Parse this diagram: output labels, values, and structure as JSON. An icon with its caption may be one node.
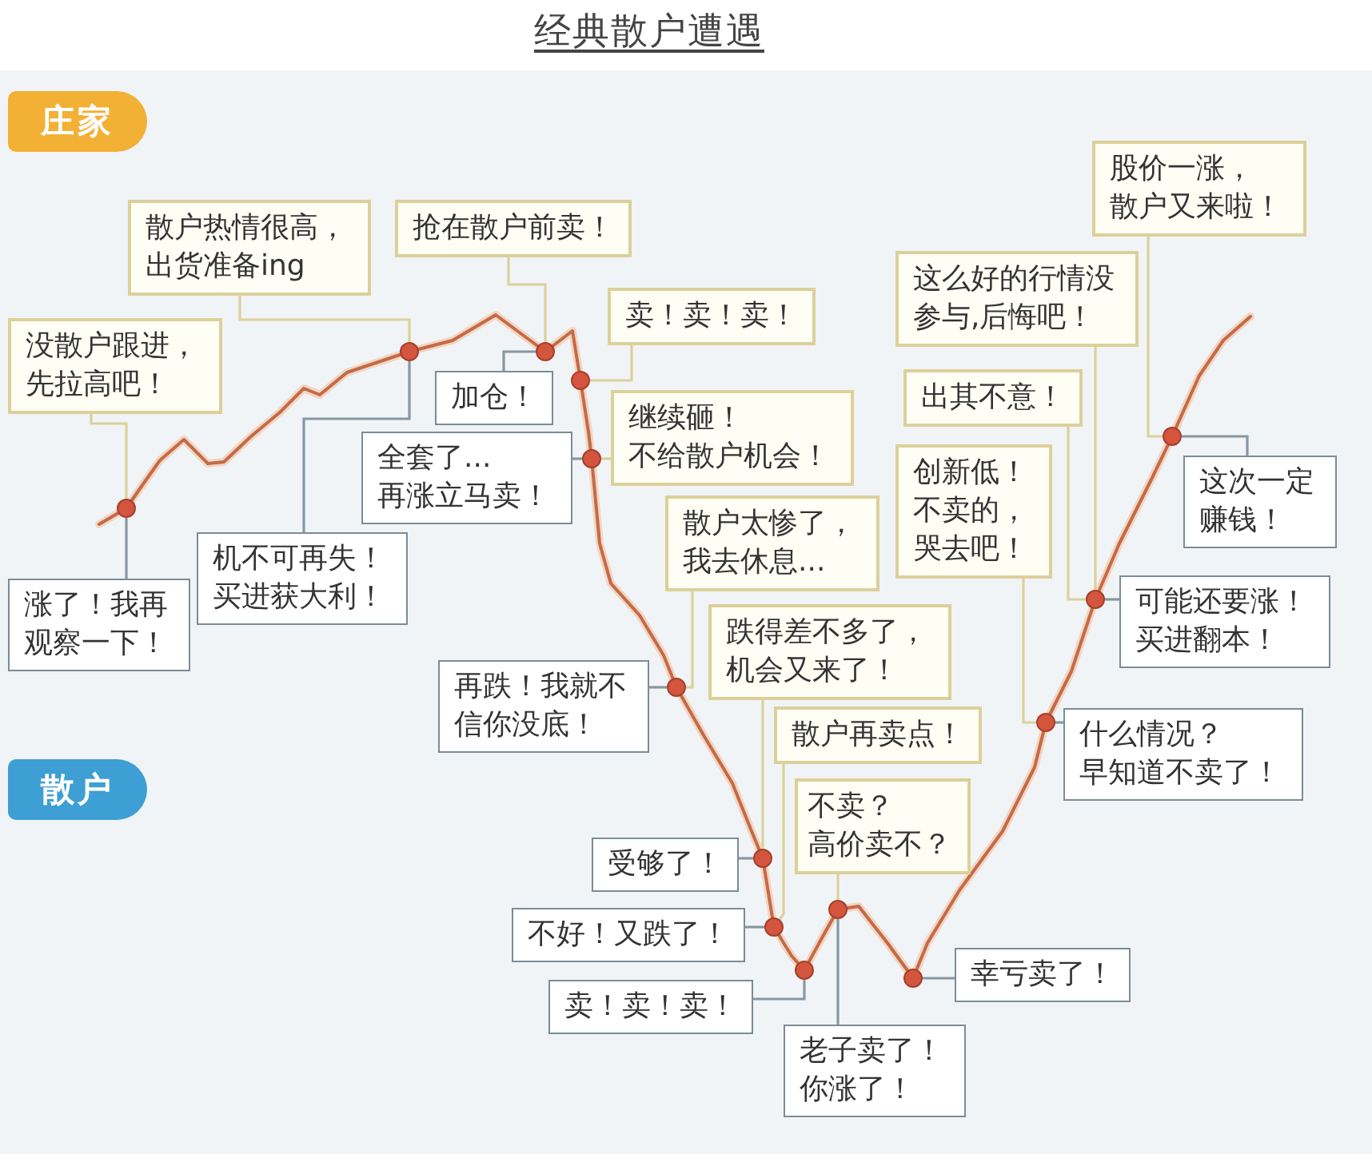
{
  "diagram": {
    "title": "经典散户遭遇",
    "nodes": [
      {
        "text": [
          "股价一涨，散户又来啦！"
        ]
      },
      {
        "text": [
          "散户热情很高，出货准备ing"
        ]
      },
      {
        "text": [
          "抢在散户前卖！"
        ]
      },
      {
        "text": [
          "这么好的行情没参与,后悔吧！"
        ]
      },
      {
        "text": [
          "没散户跟进，先拉高吧！"
        ]
      },
      {
        "text": [
          "卖！卖！卖！"
        ]
      },
      {
        "text": [
          "加仓！"
        ]
      },
      {
        "text": [
          "继续砸！不给散户机会！"
        ]
      },
      {
        "text": [
          "出其不意！"
        ]
      },
      {
        "text": [
          "全套了...再涨立马卖！"
        ]
      },
      {
        "text": [
          "创新低！不卖的，哭去吧！"
        ]
      },
      {
        "text": [
          "这次一定赚钱！"
        ]
      },
      {
        "text": [
          "散户太惨了，我去休息..."
        ]
      },
      {
        "text": [
          "机不可再失！买进获大利！"
        ]
      },
      {
        "text": [
          "涨了！我再观察一下！"
        ]
      },
      {
        "text": [
          "可能还要涨！买进翻本！"
        ]
      },
      {
        "text": [
          "跌得差不多了，机会又来了！"
        ]
      },
      {
        "text": [
          "再跌！我就不信你没底！"
        ]
      },
      {
        "text": [
          "散户再卖点！"
        ]
      },
      {
        "text": [
          "什么情况？早知道不卖了！"
        ]
      },
      {
        "text": [
          "不卖？高价卖不？"
        ]
      },
      {
        "text": [
          "受够了！"
        ]
      },
      {
        "text": [
          "不好！又跌了！"
        ]
      },
      {
        "text": [
          "幸亏卖了！"
        ]
      },
      {
        "text": [
          "卖！卖！卖！"
        ]
      },
      {
        "text": [
          "老子卖了！你涨了！"
        ]
      },
      {
        "text": [],
        "shape": "circle"
      },
      {
        "text": [],
        "shape": "circle"
      },
      {
        "text": [],
        "shape": "circle"
      },
      {
        "text": [],
        "shape": "circle"
      },
      {
        "text": [],
        "shape": "circle"
      },
      {
        "text": [],
        "shape": "circle"
      },
      {
        "text": [],
        "shape": "circle"
      },
      {
        "text": [],
        "shape": "circle"
      },
      {
        "text": [],
        "shape": "circle"
      },
      {
        "text": [],
        "shape": "circle"
      },
      {
        "text": [],
        "shape": "circle"
      },
      {
        "text": [],
        "shape": "circle"
      },
      {
        "text": [],
        "shape": "circle"
      },
      {
        "text": [],
        "shape": "circle"
      }
    ],
    "edges": [
      {
        "from": 4,
        "to": 26,
        "arrow": "none",
        "color": "#dcd09a"
      },
      {
        "from": 14,
        "to": 26,
        "arrow": "none"
      },
      {
        "from": 1,
        "to": 27,
        "arrow": "none",
        "color": "#dcd09a"
      },
      {
        "from": 13,
        "to": 27,
        "arrow": "none"
      },
      {
        "from": 2,
        "to": 28,
        "arrow": "none",
        "color": "#dcd09a"
      },
      {
        "from": 6,
        "to": 28,
        "arrow": "none"
      },
      {
        "from": 5,
        "to": 29,
        "arrow": "none",
        "color": "#dcd09a"
      },
      {
        "from": 7,
        "to": 30,
        "arrow": "none",
        "color": "#dcd09a"
      },
      {
        "from": 9,
        "to": 30,
        "arrow": "none"
      },
      {
        "from": 12,
        "to": 31,
        "arrow": "none",
        "color": "#dcd09a"
      },
      {
        "from": 17,
        "to": 31,
        "arrow": "none"
      },
      {
        "from": 16,
        "to": 32,
        "arrow": "none",
        "color": "#dcd09a"
      },
      {
        "from": 21,
        "to": 32,
        "arrow": "none"
      },
      {
        "from": 18,
        "to": 33,
        "arrow": "none",
        "color": "#dcd09a"
      },
      {
        "from": 22,
        "to": 33,
        "arrow": "none"
      },
      {
        "from": 24,
        "to": 34,
        "arrow": "none"
      },
      {
        "from": 20,
        "to": 35,
        "arrow": "none",
        "color": "#dcd09a"
      },
      {
        "from": 25,
        "to": 35,
        "arrow": "none"
      },
      {
        "from": 23,
        "to": 36,
        "arrow": "none"
      },
      {
        "from": 10,
        "to": 37,
        "arrow": "none",
        "color": "#dcd09a"
      },
      {
        "from": 19,
        "to": 37,
        "arrow": "none"
      },
      {
        "from": 3,
        "to": 38,
        "arrow": "none",
        "color": "#dcd09a"
      },
      {
        "from": 8,
        "to": 38,
        "arrow": "none",
        "color": "#dcd09a"
      },
      {
        "from": 15,
        "to": 38,
        "arrow": "none"
      },
      {
        "from": 0,
        "to": 39,
        "arrow": "none",
        "color": "#dcd09a"
      },
      {
        "from": 11,
        "to": 39,
        "arrow": "none"
      }
    ],
    "legend": [
      {
        "text": "庄家",
        "color": "#f2b035"
      },
      {
        "text": "散户",
        "color": "#3d9fd3"
      }
    ]
  }
}
